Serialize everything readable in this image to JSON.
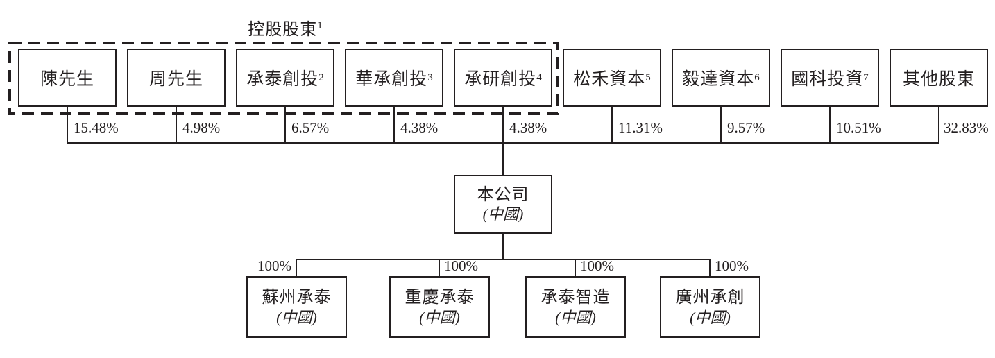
{
  "diagram": {
    "group_label": {
      "text": "控股股東",
      "sup": "1"
    },
    "shareholders": [
      {
        "name": "陳先生",
        "sup": "",
        "pct": "15.48%"
      },
      {
        "name": "周先生",
        "sup": "",
        "pct": "4.98%"
      },
      {
        "name": "承泰創投",
        "sup": "2",
        "pct": "6.57%"
      },
      {
        "name": "華承創投",
        "sup": "3",
        "pct": "4.38%"
      },
      {
        "name": "承研創投",
        "sup": "4",
        "pct": "4.38%"
      },
      {
        "name": "松禾資本",
        "sup": "5",
        "pct": "11.31%"
      },
      {
        "name": "毅達資本",
        "sup": "6",
        "pct": "9.57%"
      },
      {
        "name": "國科投資",
        "sup": "7",
        "pct": "10.51%"
      },
      {
        "name": "其他股東",
        "sup": "",
        "pct": "32.83%"
      }
    ],
    "company": {
      "name": "本公司",
      "region": "(中國)"
    },
    "subsidiaries": [
      {
        "name": "蘇州承泰",
        "region": "(中國)",
        "pct": "100%"
      },
      {
        "name": "重慶承泰",
        "region": "(中國)",
        "pct": "100%"
      },
      {
        "name": "承泰智造",
        "region": "(中國)",
        "pct": "100%"
      },
      {
        "name": "廣州承創",
        "region": "(中國)",
        "pct": "100%"
      }
    ],
    "colors": {
      "line": "#231f20",
      "text": "#231f20",
      "background": "#ffffff"
    }
  }
}
